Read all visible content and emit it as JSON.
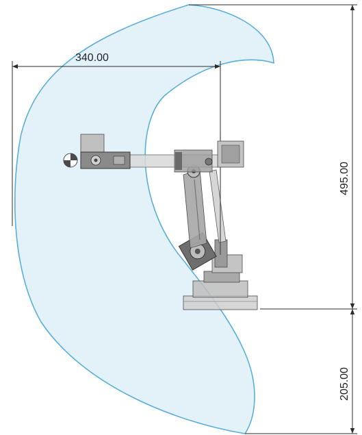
{
  "dimensions": {
    "reach_horizontal": "340.00",
    "height_above_base": "495.00",
    "depth_below_base": "205.00"
  },
  "colors": {
    "workspace_fill": "#d9ecf7",
    "workspace_stroke": "#59aedb",
    "dimension_line": "#2a2a2a",
    "robot_body": "#8c8c8c",
    "robot_light": "#cfcfcf",
    "robot_dark": "#4a4a4a"
  }
}
